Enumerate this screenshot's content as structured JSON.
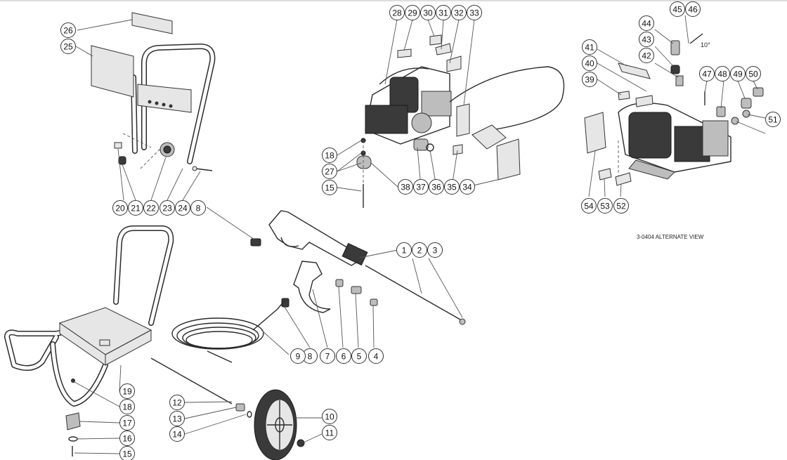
{
  "callouts": [
    "1",
    "2",
    "3",
    "4",
    "5",
    "6",
    "7",
    "8",
    "9",
    "10",
    "11",
    "12",
    "13",
    "14",
    "15",
    "16",
    "17",
    "18",
    "19",
    "20",
    "21",
    "22",
    "23",
    "24",
    "25",
    "26",
    "27",
    "28",
    "29",
    "30",
    "31",
    "32",
    "33",
    "34",
    "35",
    "36",
    "37",
    "38",
    "39",
    "40",
    "41",
    "42",
    "43",
    "44",
    "45",
    "46",
    "47",
    "48",
    "49",
    "50",
    "51",
    "52",
    "53",
    "54"
  ],
  "labels": {
    "alternate_view": "3-0404 ALTERNATE VIEW",
    "angle": "10°"
  }
}
